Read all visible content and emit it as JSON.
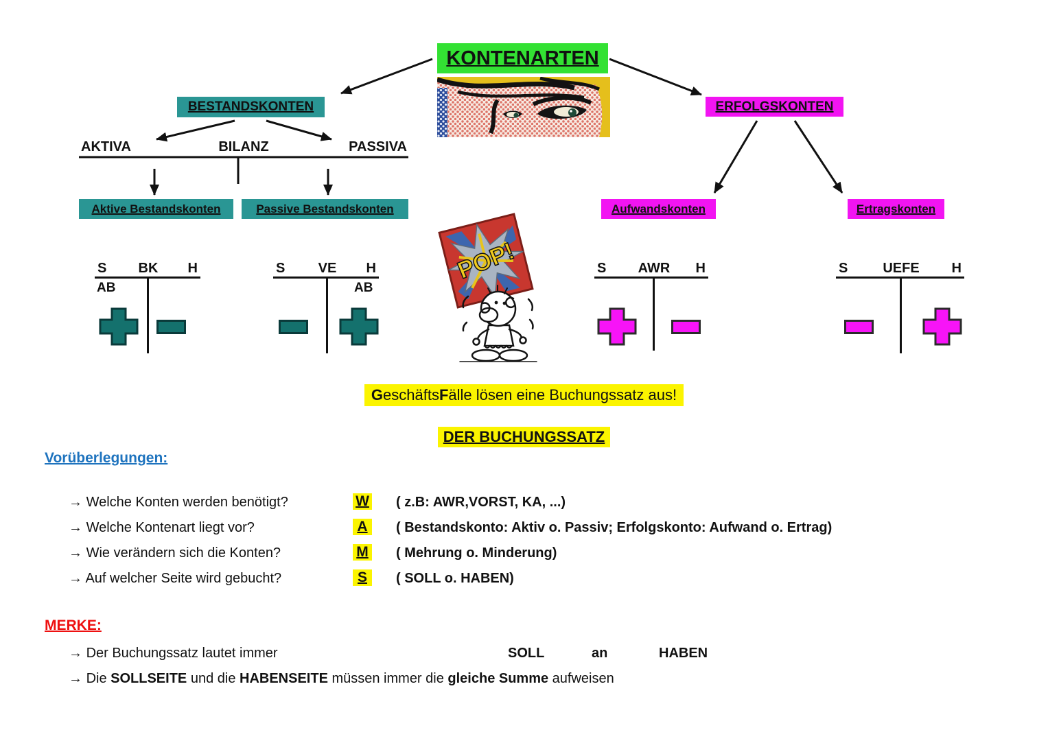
{
  "colors": {
    "green_highlight": "#33E133",
    "teal_highlight": "#2A9694",
    "magenta_highlight": "#F214F2",
    "yellow_highlight": "#FBF400",
    "blue_heading": "#1E73BE",
    "red_heading": "#EE1010",
    "teal_sign": "#14716D",
    "magenta_sign": "#F714F7"
  },
  "arrow_glyph": "→",
  "title": "KONTENARTEN",
  "tree": {
    "bestandskonten": "BESTANDSKONTEN",
    "erfolgskonten": "ERFOLGSKONTEN",
    "aktiva": "AKTIVA",
    "bilanz": "BILANZ",
    "passiva": "PASSIVA",
    "aktive_bestandskonten": "Aktive Bestandskonten",
    "passive_bestandskonten": "Passive Bestandskonten",
    "aufwandskonten": "Aufwandskonten",
    "ertragskonten": "Ertragskonten"
  },
  "t_accounts": [
    {
      "soll": "S",
      "name": "BK",
      "haben": "H",
      "ab": "AB",
      "ab_side": "left",
      "soll_side_sign": "plus",
      "haben_side_sign": "minus"
    },
    {
      "soll": "S",
      "name": "VE",
      "haben": "H",
      "ab": "AB",
      "ab_side": "right",
      "soll_side_sign": "minus",
      "haben_side_sign": "plus"
    },
    {
      "soll": "S",
      "name": "AWR",
      "haben": "H",
      "soll_side_sign": "plus",
      "haben_side_sign": "minus"
    },
    {
      "soll": "S",
      "name": "UEFE",
      "haben": "H",
      "soll_side_sign": "minus",
      "haben_side_sign": "plus"
    }
  ],
  "pop": {
    "label": "POP!"
  },
  "banner": {
    "parts": [
      {
        "text": "G",
        "bold": true
      },
      {
        "text": "eschäfts",
        "bold": false
      },
      {
        "text": "F",
        "bold": true
      },
      {
        "text": "älle lösen eine Buchungssatz aus!",
        "bold": false
      }
    ]
  },
  "buchungssatz": {
    "heading": "DER BUCHUNGSSATZ"
  },
  "vorueberlegungen": {
    "heading": "Vorüberlegungen:",
    "items": [
      {
        "question": "Welche Konten werden benötigt?",
        "letter": "W",
        "hint": "( z.B: AWR,VORST, KA, ...)"
      },
      {
        "question": "Welche Kontenart liegt vor?",
        "letter": "A",
        "hint": "( Bestandskonto: Aktiv o. Passiv; Erfolgskonto: Aufwand o. Ertrag)"
      },
      {
        "question": "Wie verändern sich die Konten?",
        "letter": "M",
        "hint": "( Mehrung o. Minderung)"
      },
      {
        "question": "Auf welcher Seite wird gebucht?",
        "letter": "S",
        "hint": "( SOLL o. HABEN)"
      }
    ]
  },
  "merke": {
    "heading": "MERKE:",
    "line1": {
      "text": "Der Buchungssatz lautet immer",
      "soll": "SOLL",
      "an": "an",
      "haben": "HABEN"
    },
    "line2": {
      "parts": [
        {
          "text": "Die ",
          "bold": false
        },
        {
          "text": "SOLLSEITE",
          "bold": true
        },
        {
          "text": " und die ",
          "bold": false
        },
        {
          "text": "HABENSEITE",
          "bold": true
        },
        {
          "text": " müssen immer die ",
          "bold": false
        },
        {
          "text": "gleiche Summe",
          "bold": true
        },
        {
          "text": " aufweisen",
          "bold": false
        }
      ]
    }
  }
}
